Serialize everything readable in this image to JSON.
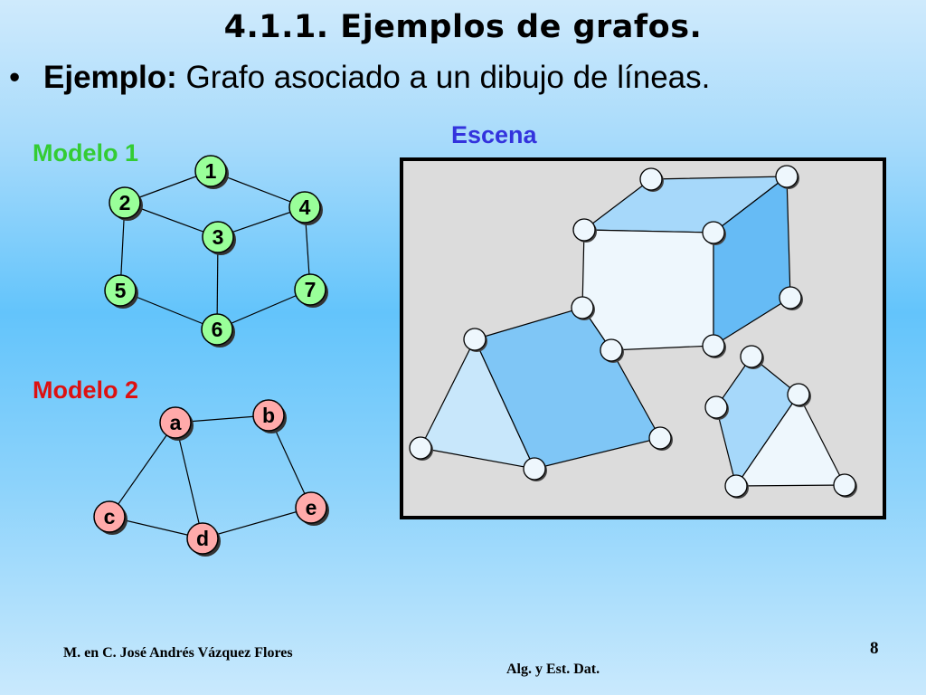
{
  "slide": {
    "title": "4.1.1. Ejemplos de grafos.",
    "bullet_symbol": "•",
    "bullet_lead": "Ejemplo:",
    "bullet_text": " Grafo asociado a un dibujo de líneas."
  },
  "labels": {
    "scene": "Escena",
    "model1": "Modelo 1",
    "model2": "Modelo 2"
  },
  "colors": {
    "model1_label": "#33cc33",
    "model2_label": "#dd1111",
    "scene_label": "#3333dd",
    "model1_node_fill": "#99ff99",
    "model2_node_fill": "#ffaaaa",
    "scene_background": "#dcdcdc",
    "scene_face_light": "#eef7fd",
    "scene_face_mid": "#c8e7fb",
    "scene_face_dark": "#66bbf5"
  },
  "model1": {
    "nodes": [
      {
        "id": "1",
        "label": "1"
      },
      {
        "id": "2",
        "label": "2"
      },
      {
        "id": "3",
        "label": "3"
      },
      {
        "id": "4",
        "label": "4"
      },
      {
        "id": "5",
        "label": "5"
      },
      {
        "id": "6",
        "label": "6"
      },
      {
        "id": "7",
        "label": "7"
      }
    ],
    "edges": [
      [
        "1",
        "2"
      ],
      [
        "1",
        "4"
      ],
      [
        "2",
        "3"
      ],
      [
        "3",
        "4"
      ],
      [
        "2",
        "5"
      ],
      [
        "3",
        "6"
      ],
      [
        "4",
        "7"
      ],
      [
        "5",
        "6"
      ],
      [
        "6",
        "7"
      ]
    ]
  },
  "model2": {
    "nodes": [
      {
        "id": "a",
        "label": "a"
      },
      {
        "id": "b",
        "label": "b"
      },
      {
        "id": "c",
        "label": "c"
      },
      {
        "id": "d",
        "label": "d"
      },
      {
        "id": "e",
        "label": "e"
      }
    ],
    "edges": [
      [
        "a",
        "b"
      ],
      [
        "a",
        "c"
      ],
      [
        "a",
        "d"
      ],
      [
        "b",
        "e"
      ],
      [
        "c",
        "d"
      ],
      [
        "d",
        "e"
      ]
    ]
  },
  "footer": {
    "author": "M. en C. José Andrés Vázquez Flores",
    "course": "Alg. y Est. Dat.",
    "page_number": "8"
  }
}
